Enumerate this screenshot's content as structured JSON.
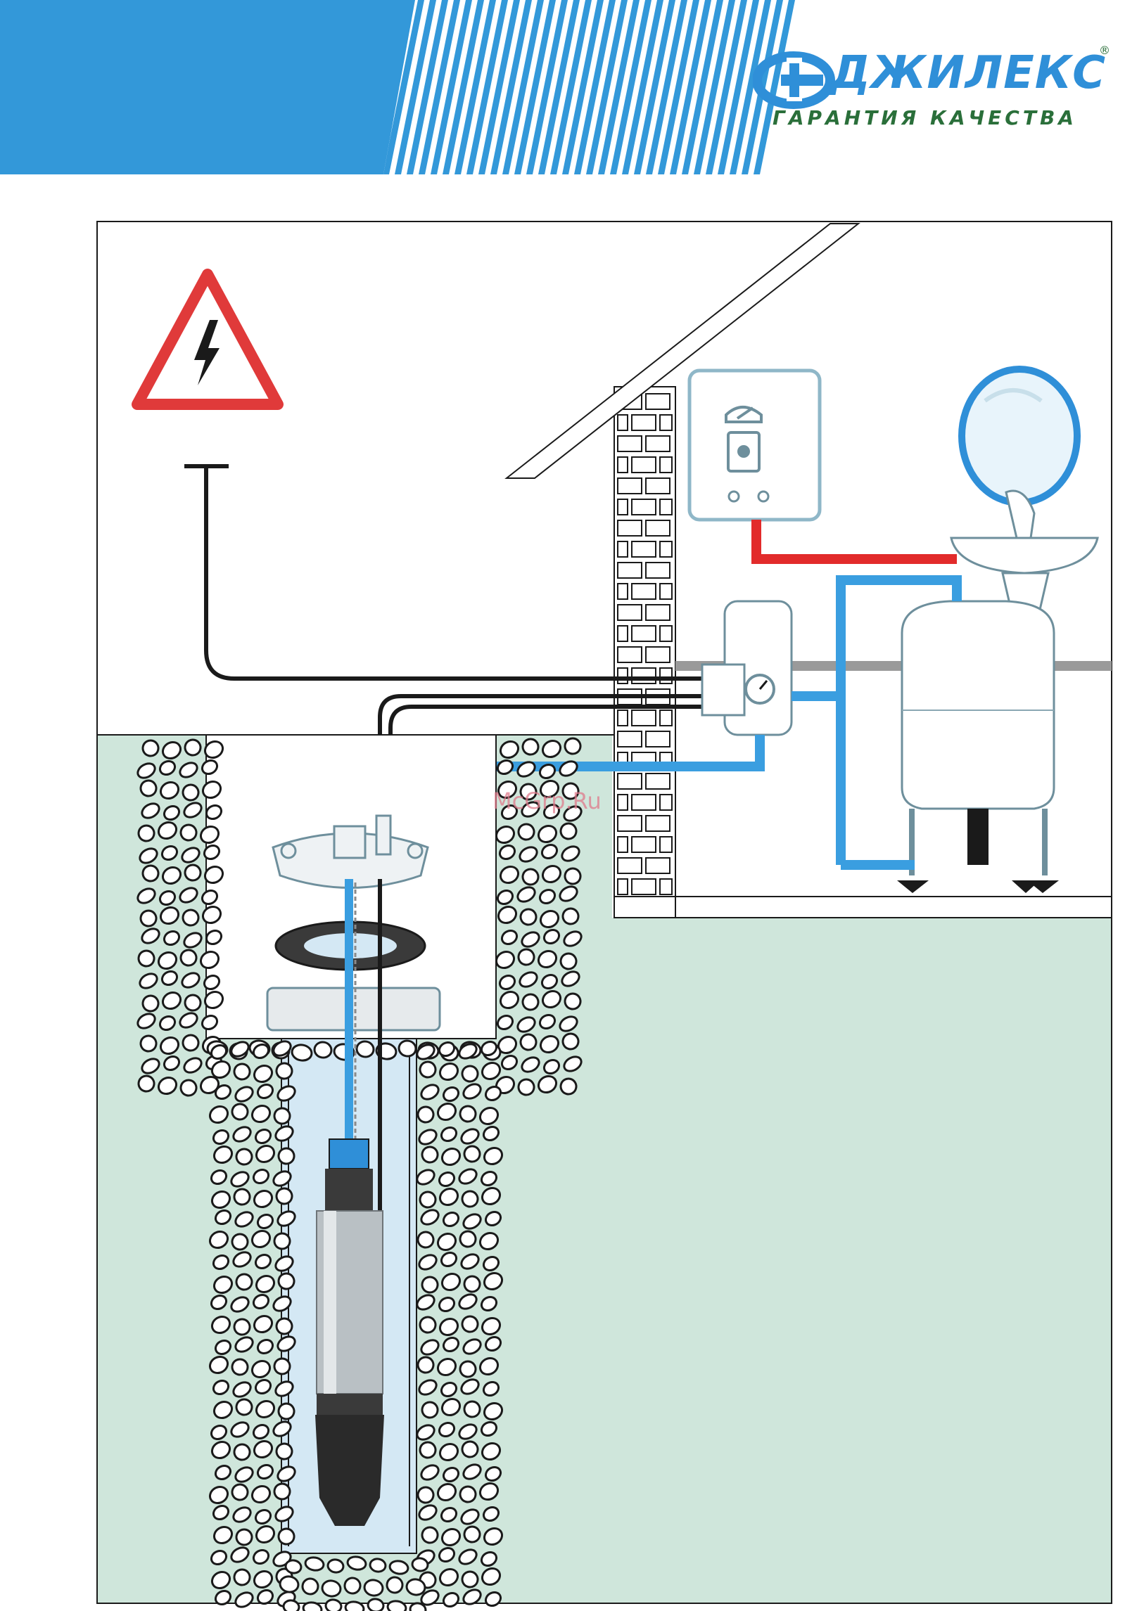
{
  "brand": {
    "name": "ДЖИЛЕКС",
    "registered_mark": "®",
    "tagline": "ГАРАНТИЯ КАЧЕСТВА"
  },
  "watermark": "McGrp.Ru",
  "colors": {
    "header_blue": "#3398d9",
    "brand_blue": "#2f8fd8",
    "brand_green": "#2a6f3a",
    "pipe_blue": "#3a9ee0",
    "hot_red": "#e22b2b",
    "ground_green": "#cfe6db",
    "warning_red": "#e03a3a",
    "well_water": "#d4e8f4"
  },
  "icons": [
    "high-voltage-warning-icon",
    "brand-logo-icon"
  ]
}
